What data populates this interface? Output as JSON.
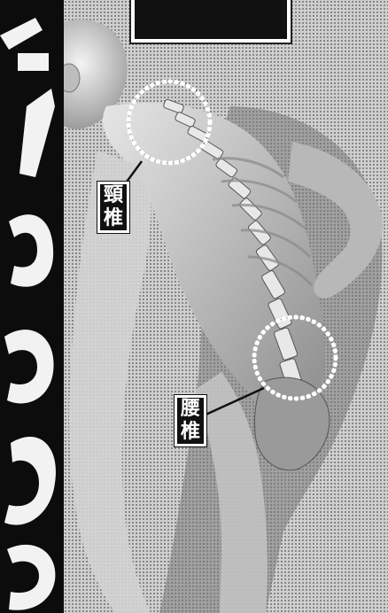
{
  "labels": {
    "neck": {
      "line1": "頸",
      "line2": "椎"
    },
    "lumbar": {
      "line1": "腰",
      "line2": "椎"
    }
  },
  "colors": {
    "ink": "#111111",
    "paper": "#ffffff",
    "halftone": "#cfcfcf"
  }
}
